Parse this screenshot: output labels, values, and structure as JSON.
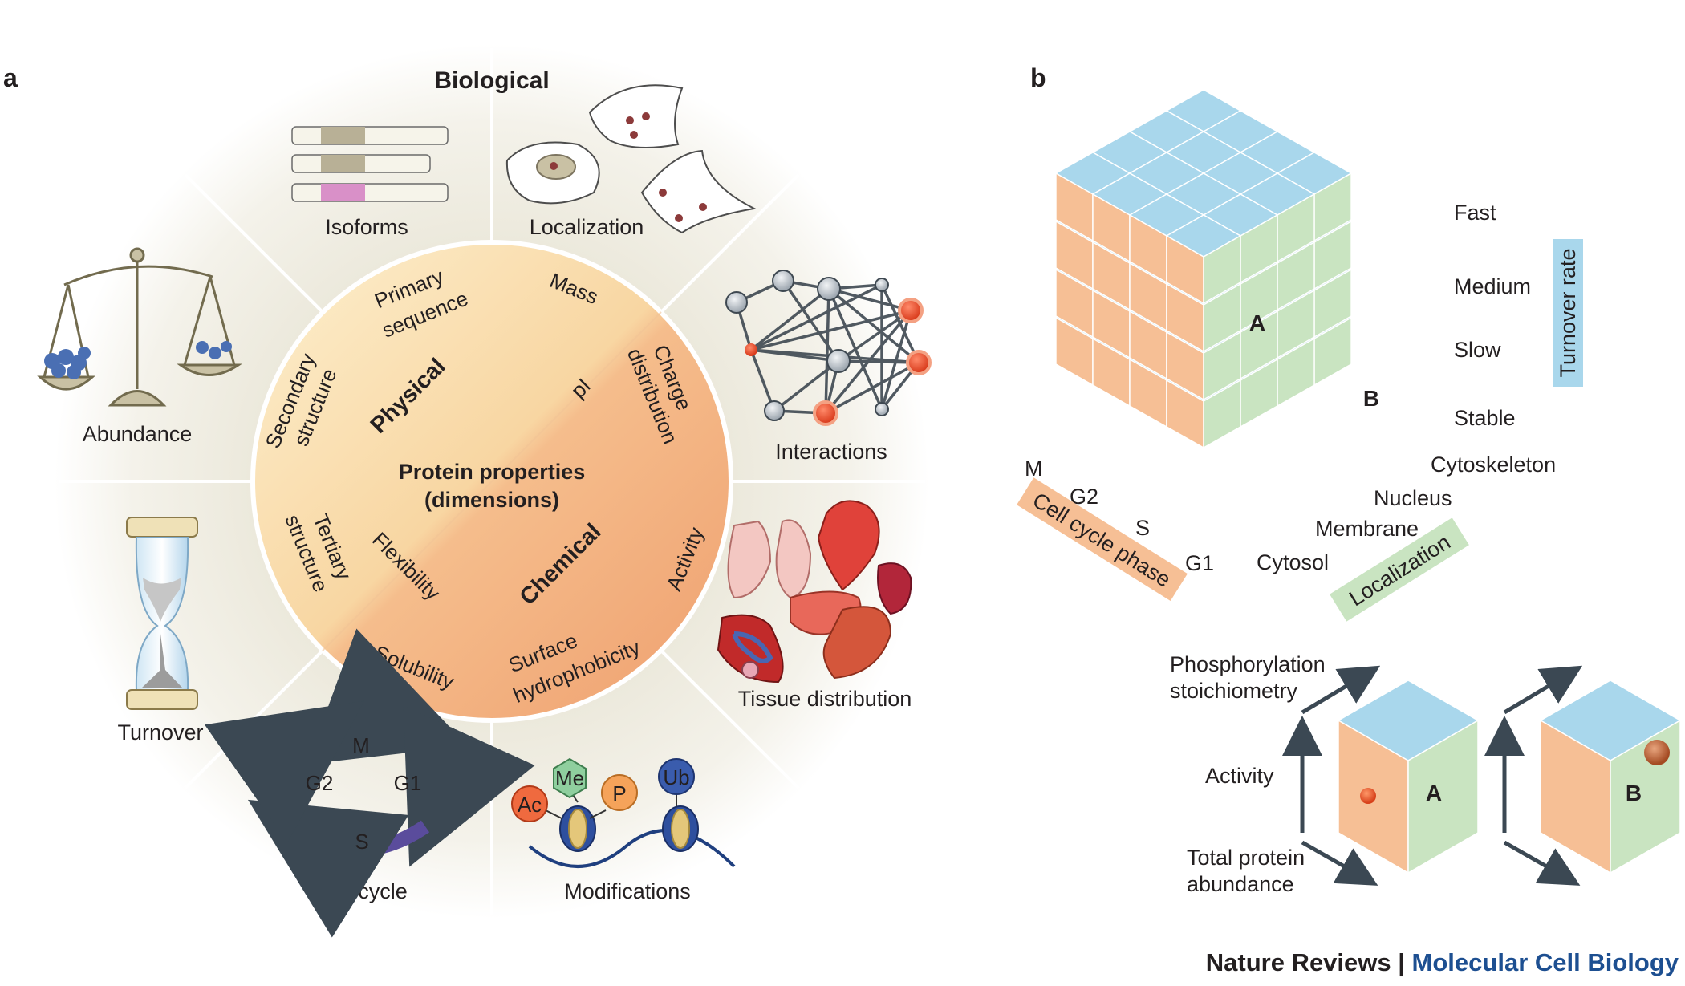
{
  "panels": {
    "a": "a",
    "b": "b"
  },
  "wheel": {
    "outer_title": "Biological",
    "center_title_line1": "Protein properties",
    "center_title_line2": "(dimensions)",
    "physical_label": "Physical",
    "chemical_label": "Chemical",
    "inner_labels": {
      "primary1": "Primary",
      "primary2": "sequence",
      "mass": "Mass",
      "charge1": "Charge",
      "charge2": "distribution",
      "pi": "pI",
      "secondary1": "Secondary",
      "secondary2": "structure",
      "tertiary1": "Tertiary",
      "tertiary2": "structure",
      "flexibility": "Flexibility",
      "activity": "Activity",
      "solubility": "Solubility",
      "surface1": "Surface",
      "surface2": "hydrophobicity"
    },
    "outer_labels": {
      "isoforms": "Isoforms",
      "localization": "Localization",
      "interactions": "Interactions",
      "tissue": "Tissue distribution",
      "modifications": "Modifications",
      "cellcycle": "Cell cycle",
      "turnover": "Turnover",
      "abundance": "Abundance"
    },
    "cell_cycle_phases": {
      "m": "M",
      "g1": "G1",
      "s": "S",
      "g2": "G2"
    },
    "modification_marks": {
      "ac": "Ac",
      "me": "Me",
      "p": "P",
      "ub": "Ub"
    }
  },
  "cube": {
    "marker_a": "A",
    "marker_b": "B",
    "turnover_levels": [
      "Fast",
      "Medium",
      "Slow",
      "Stable"
    ],
    "turnover_axis": "Turnover rate",
    "phases": [
      "M",
      "G2",
      "S",
      "G1"
    ],
    "phase_axis": "Cell cycle phase",
    "localizations": [
      "Cytoskeleton",
      "Nucleus",
      "Membrane",
      "Cytosol"
    ],
    "localization_axis": "Localization"
  },
  "subcubes": {
    "phos1": "Phosphorylation",
    "phos2": "stoichiometry",
    "activity": "Activity",
    "abund1": "Total protein",
    "abund2": "abundance",
    "label_a": "A",
    "label_b": "B"
  },
  "footer": {
    "journal_prefix": "Nature Reviews",
    "separator": " | ",
    "journal_name": "Molecular Cell Biology"
  },
  "colors": {
    "cube_top": "#a9d7ec",
    "cube_left": "#f6bf95",
    "cube_right": "#c9e4c1",
    "accent_red": "#e8502f",
    "journal_blue": "#1d4f91"
  }
}
